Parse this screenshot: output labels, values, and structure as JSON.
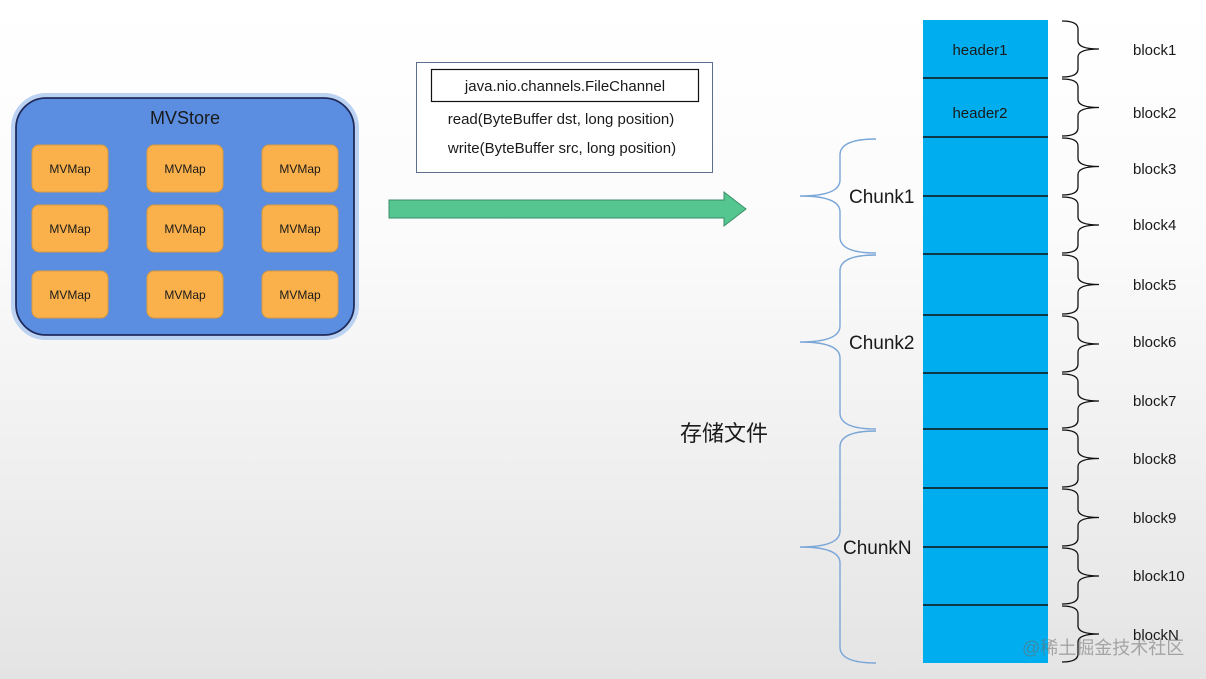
{
  "mvstore": {
    "title": "MVStore",
    "maps": [
      "MVMap",
      "MVMap",
      "MVMap",
      "MVMap",
      "MVMap",
      "MVMap",
      "MVMap",
      "MVMap",
      "MVMap"
    ]
  },
  "file_channel": {
    "class_name": "java.nio.channels.FileChannel",
    "methods": [
      "read(ByteBuffer dst, long position)",
      "write(ByteBuffer src, long position)"
    ]
  },
  "storage_file": {
    "label": "存储文件",
    "blocks": [
      {
        "label": "block1",
        "content": "header1"
      },
      {
        "label": "block2",
        "content": "header2"
      },
      {
        "label": "block3"
      },
      {
        "label": "block4"
      },
      {
        "label": "block5"
      },
      {
        "label": "block6"
      },
      {
        "label": "block7"
      },
      {
        "label": "block8"
      },
      {
        "label": "block9"
      },
      {
        "label": "block10"
      },
      {
        "label": "blockN"
      }
    ],
    "chunks": [
      "Chunk1",
      "Chunk2",
      "ChunkN"
    ]
  },
  "watermark": "@稀土掘金技术社区",
  "colors": {
    "mvstore_fill": "#5b8ee0",
    "mvmap_fill": "#fbb14b",
    "arrow_fill": "#55c68f",
    "file_fill": "#00aeef",
    "chunk_brace": "#7aa6d8"
  }
}
